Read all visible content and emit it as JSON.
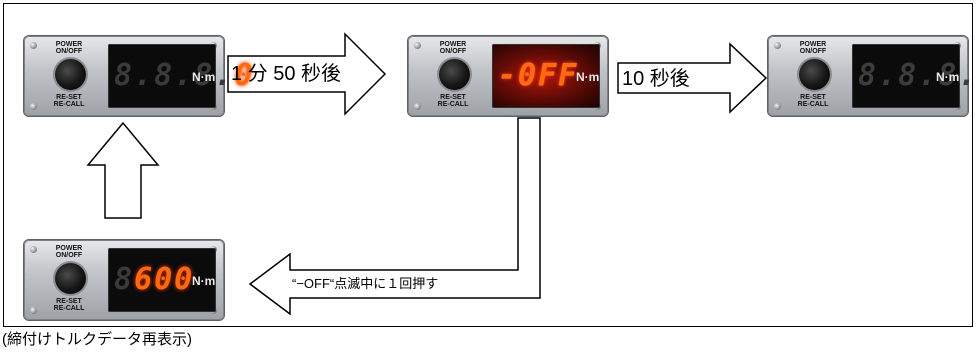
{
  "devices": {
    "d1": {
      "power": "POWER\nON/OFF",
      "reset": "RE-SET\nRE-CALL",
      "display_dim": "8.8.8.",
      "display_lit": "0",
      "unit": "N·m"
    },
    "d2": {
      "power": "POWER\nON/OFF",
      "reset": "RE-SET\nRE-CALL",
      "display_lit": "-0FF",
      "unit": "N·m"
    },
    "d3": {
      "power": "POWER\nON/OFF",
      "reset": "RE-SET\nRE-CALL",
      "display_dim": "8.8.8.8.",
      "unit": "N·m"
    },
    "d4": {
      "power": "POWER\nON/OFF",
      "reset": "RE-SET\nRE-CALL",
      "display_dim": "8",
      "display_lit": "600",
      "unit": "N·m"
    }
  },
  "arrows": {
    "a1": "1 分 50 秒後",
    "a2": "10 秒後",
    "a3": "“−OFF“点滅中に１回押す"
  },
  "caption": "(締付けトルクデータ再表示)",
  "colors": {
    "led_lit": "#ff6a10",
    "led_dim": "#3d3d3d",
    "panel_red": "#b3160b"
  }
}
